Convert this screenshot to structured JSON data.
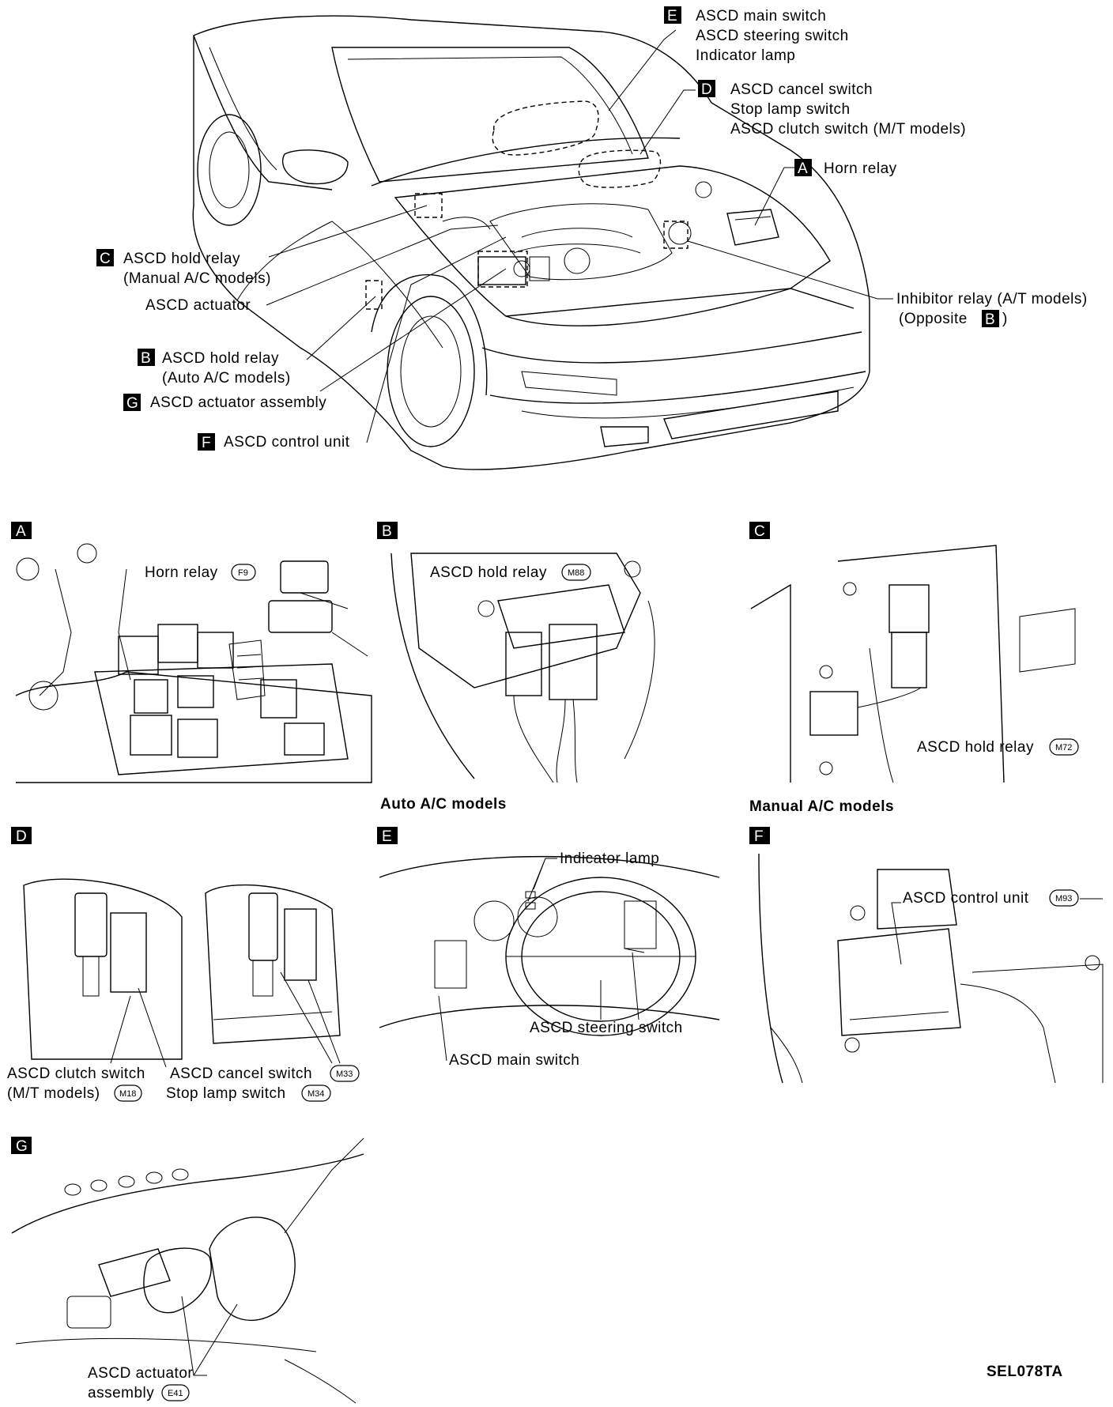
{
  "main": {
    "callouts": {
      "E": {
        "letter": "E",
        "lines": [
          "ASCD main switch",
          "ASCD steering switch",
          "Indicator lamp"
        ]
      },
      "D": {
        "letter": "D",
        "lines": [
          "ASCD cancel switch",
          "Stop lamp switch",
          "ASCD clutch switch (M/T models)"
        ]
      },
      "A": {
        "letter": "A",
        "lines": [
          "Horn relay"
        ]
      },
      "C": {
        "letter": "C",
        "lines": [
          "ASCD hold relay",
          "(Manual A/C models)"
        ]
      },
      "actuator": {
        "lines": [
          "ASCD actuator"
        ]
      },
      "inhibitor": {
        "line1": "Inhibitor relay (A/T models)",
        "line2_prefix": "(Opposite",
        "line2_letter": "B",
        "line2_suffix": ")"
      },
      "B": {
        "letter": "B",
        "lines": [
          "ASCD hold relay",
          "(Auto A/C models)"
        ]
      },
      "G": {
        "letter": "G",
        "lines": [
          "ASCD actuator assembly"
        ]
      },
      "F": {
        "letter": "F",
        "lines": [
          "ASCD control unit"
        ]
      }
    }
  },
  "panels": {
    "A": {
      "letter": "A",
      "label": "Horn relay",
      "connector": "F9"
    },
    "B": {
      "letter": "B",
      "label": "ASCD hold relay",
      "connector": "M88",
      "caption": "Auto A/C models"
    },
    "C": {
      "letter": "C",
      "label": "ASCD hold relay",
      "connector": "M72",
      "caption": "Manual A/C models"
    },
    "D": {
      "letter": "D",
      "clutch_label": "ASCD clutch switch",
      "clutch_sub": "(M/T models)",
      "clutch_connector": "M18",
      "cancel_label": "ASCD cancel switch",
      "cancel_connector": "M33",
      "stop_label": "Stop lamp switch",
      "stop_connector": "M34"
    },
    "E": {
      "letter": "E",
      "lamp_label": "Indicator lamp",
      "steering_label": "ASCD steering switch",
      "main_label": "ASCD main switch"
    },
    "F": {
      "letter": "F",
      "label": "ASCD control unit",
      "connector": "M93"
    },
    "G": {
      "letter": "G",
      "label_line1": "ASCD actuator",
      "label_line2": "assembly",
      "connector": "E41"
    }
  },
  "figure_id": "SEL078TA"
}
